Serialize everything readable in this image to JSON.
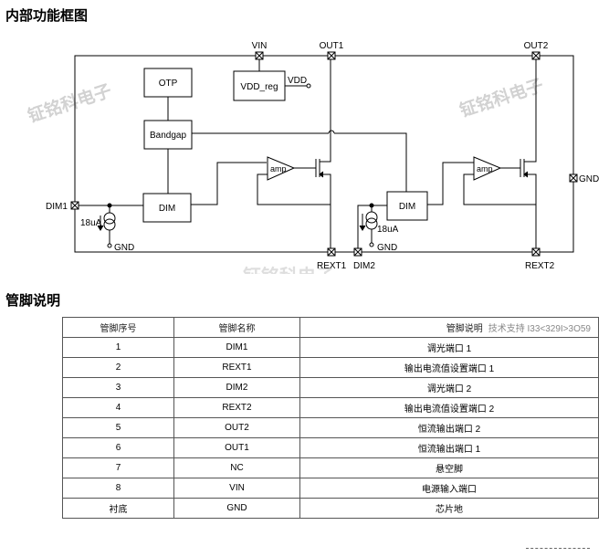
{
  "headings": {
    "block_diagram": "内部功能框图",
    "pin_description": "管脚说明"
  },
  "diagram": {
    "pins": {
      "vin": "VIN",
      "out1": "OUT1",
      "out2": "OUT2",
      "dim1": "DIM1",
      "dim2": "DIM2",
      "rext1": "REXT1",
      "rext2": "REXT2",
      "gnd_right": "GND"
    },
    "blocks": {
      "otp": "OTP",
      "vdd_reg": "VDD_reg",
      "bandgap": "Bandgap",
      "dim1_block": "DIM",
      "dim2_block": "DIM",
      "amp1": "amp",
      "amp2": "amp"
    },
    "labels": {
      "vdd": "VDD",
      "current1": "18uA",
      "current2": "18uA",
      "gnd1": "GND",
      "gnd2": "GND"
    },
    "watermarks": {
      "wm_left": "钲铭科电子",
      "wm_right": "钲铭科电子",
      "wm_center": "钲铭科电子"
    }
  },
  "table": {
    "headers": [
      "管脚序号",
      "管脚名称",
      "管脚说明"
    ],
    "header_note": "技术支持 I33<329I>3O59",
    "rows": [
      [
        "1",
        "DIM1",
        "调光端口 1"
      ],
      [
        "2",
        "REXT1",
        "输出电流值设置端口 1"
      ],
      [
        "3",
        "DIM2",
        "调光端口 2"
      ],
      [
        "4",
        "REXT2",
        "输出电流值设置端口 2"
      ],
      [
        "5",
        "OUT2",
        "恒流输出端口 2"
      ],
      [
        "6",
        "OUT1",
        "恒流输出端口 1"
      ],
      [
        "7",
        "NC",
        "悬空脚"
      ],
      [
        "8",
        "VIN",
        "电源输入端口"
      ],
      [
        "衬底",
        "GND",
        "芯片地"
      ]
    ]
  }
}
